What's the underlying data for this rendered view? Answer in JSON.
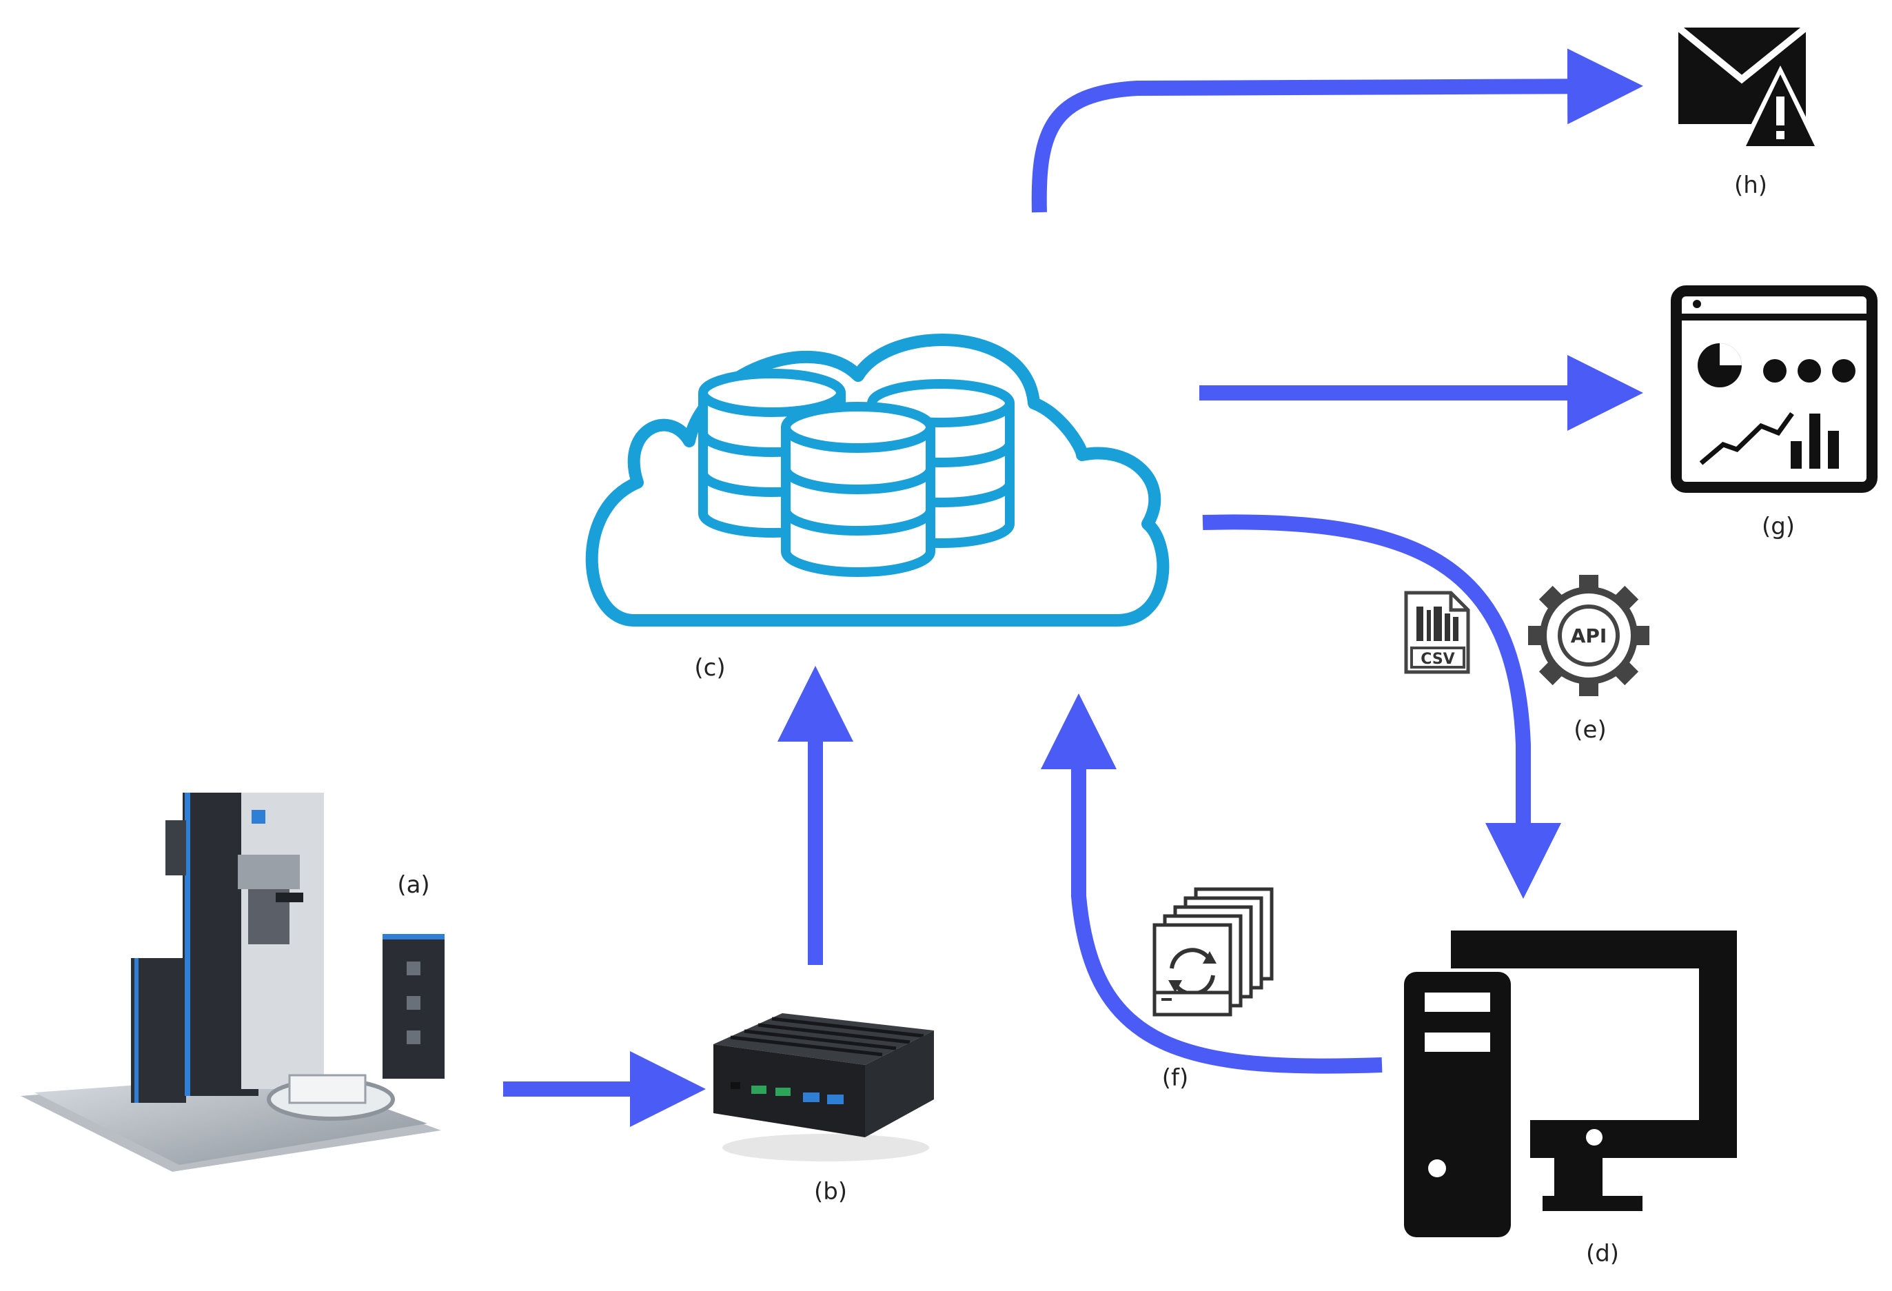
{
  "colors": {
    "arrow": "#4a5cf5",
    "cloud": "#1aa0d8",
    "icon": "#111111",
    "machine_accent": "#2f7fd6"
  },
  "labels": {
    "a": "(a)",
    "b": "(b)",
    "c": "(c)",
    "d": "(d)",
    "e": "(e)",
    "f": "(f)",
    "g": "(g)",
    "h": "(h)"
  },
  "icon_text": {
    "csv": "CSV",
    "api": "API"
  },
  "nodes": [
    {
      "id": "a",
      "icon": "machining-center-icon"
    },
    {
      "id": "b",
      "icon": "edge-mini-pc-icon"
    },
    {
      "id": "c",
      "icon": "cloud-database-icon"
    },
    {
      "id": "d",
      "icon": "desktop-computer-icon"
    },
    {
      "id": "e",
      "icon": "csv-file-and-api-gear-icon"
    },
    {
      "id": "f",
      "icon": "document-sync-icon"
    },
    {
      "id": "g",
      "icon": "dashboard-icon"
    },
    {
      "id": "h",
      "icon": "email-alert-icon"
    }
  ]
}
